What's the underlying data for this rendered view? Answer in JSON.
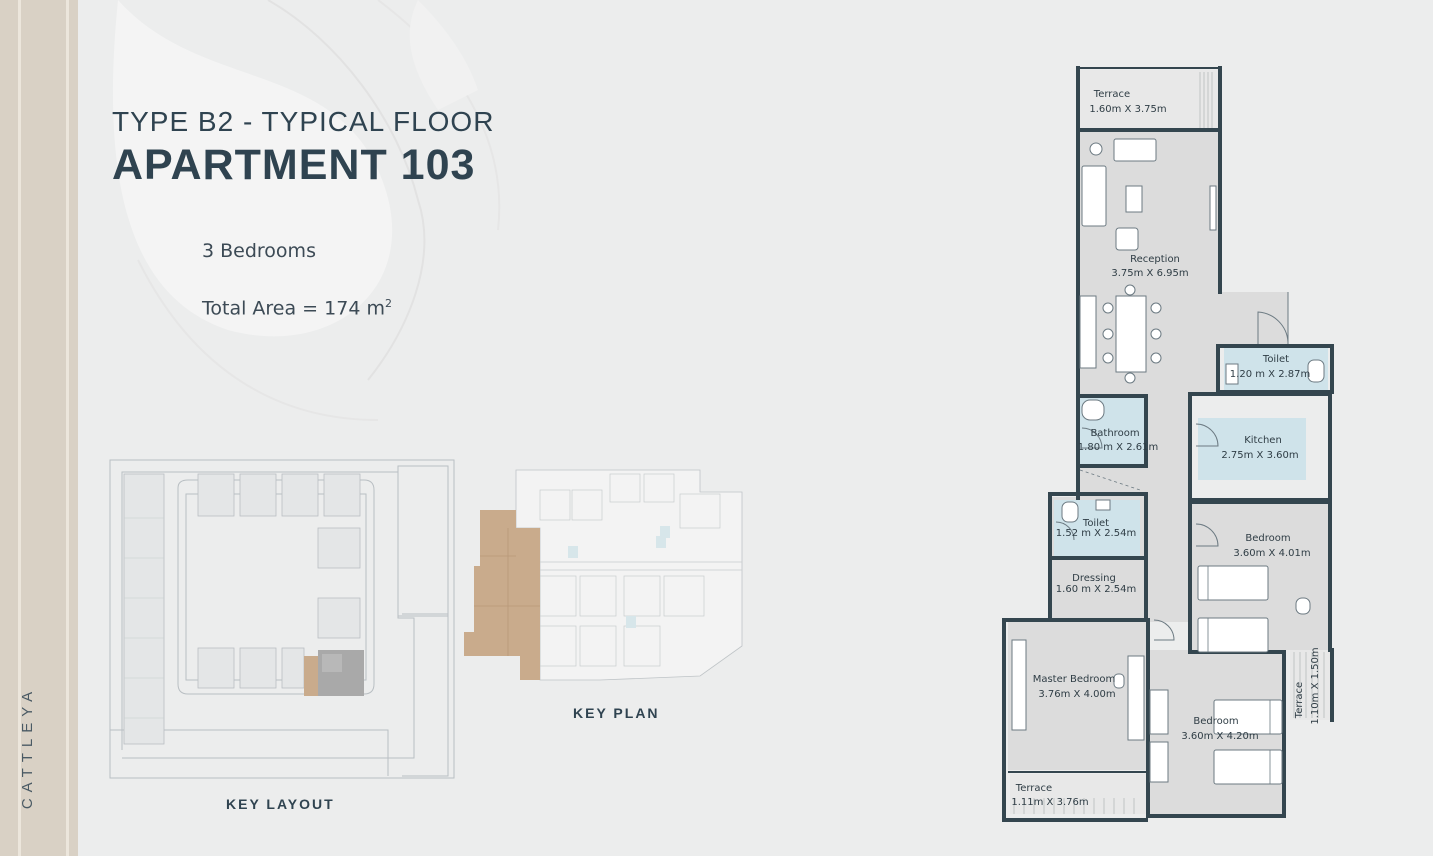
{
  "brand": {
    "name": "CATTLEYA"
  },
  "header": {
    "title_line1": "TYPE B2 - TYPICAL FLOOR",
    "title_line2": "APARTMENT 103"
  },
  "details": {
    "bedrooms": "3 Bedrooms",
    "area_prefix": "Total Area = 174 m",
    "area_sup": "2"
  },
  "labels": {
    "key_layout": "KEY   LAYOUT",
    "key_plan": "KEY   PLAN"
  },
  "rooms": {
    "terrace_top": {
      "name": "Terrace",
      "dims": "1.60m X 3.75m"
    },
    "reception": {
      "name": "Reception",
      "dims": "3.75m X 6.95m"
    },
    "toilet_right": {
      "name": "Toilet",
      "dims": "1.20 m X 2.87m"
    },
    "bathroom": {
      "name": "Bathroom",
      "dims": "1.80 m X 2.61m"
    },
    "kitchen": {
      "name": "Kitchen",
      "dims": "2.75m X 3.60m"
    },
    "toilet_left": {
      "name": "Toilet",
      "dims": "1.52 m X 2.54m"
    },
    "bedroom_right": {
      "name": "Bedroom",
      "dims": "3.60m X 4.01m"
    },
    "dressing": {
      "name": "Dressing",
      "dims": "1.60 m X 2.54m"
    },
    "master_bedroom": {
      "name": "Master Bedroom",
      "dims": "3.76m X 4.00m"
    },
    "bedroom_bottom": {
      "name": "Bedroom",
      "dims": "3.60m X 4.20m"
    },
    "terrace_right": {
      "name": "Terrace",
      "dims": "1.10m X 1.50m"
    },
    "terrace_bottom": {
      "name": "Terrace",
      "dims": "1.11m X 3.76m"
    }
  },
  "colors": {
    "wall": "#34464f",
    "floor": "#dcdcdc",
    "wet": "#cfe3ea",
    "highlight_wood": "#c9ab8c",
    "highlight_grey": "#a6a6a6",
    "accent_band": "#d9d1c5"
  }
}
